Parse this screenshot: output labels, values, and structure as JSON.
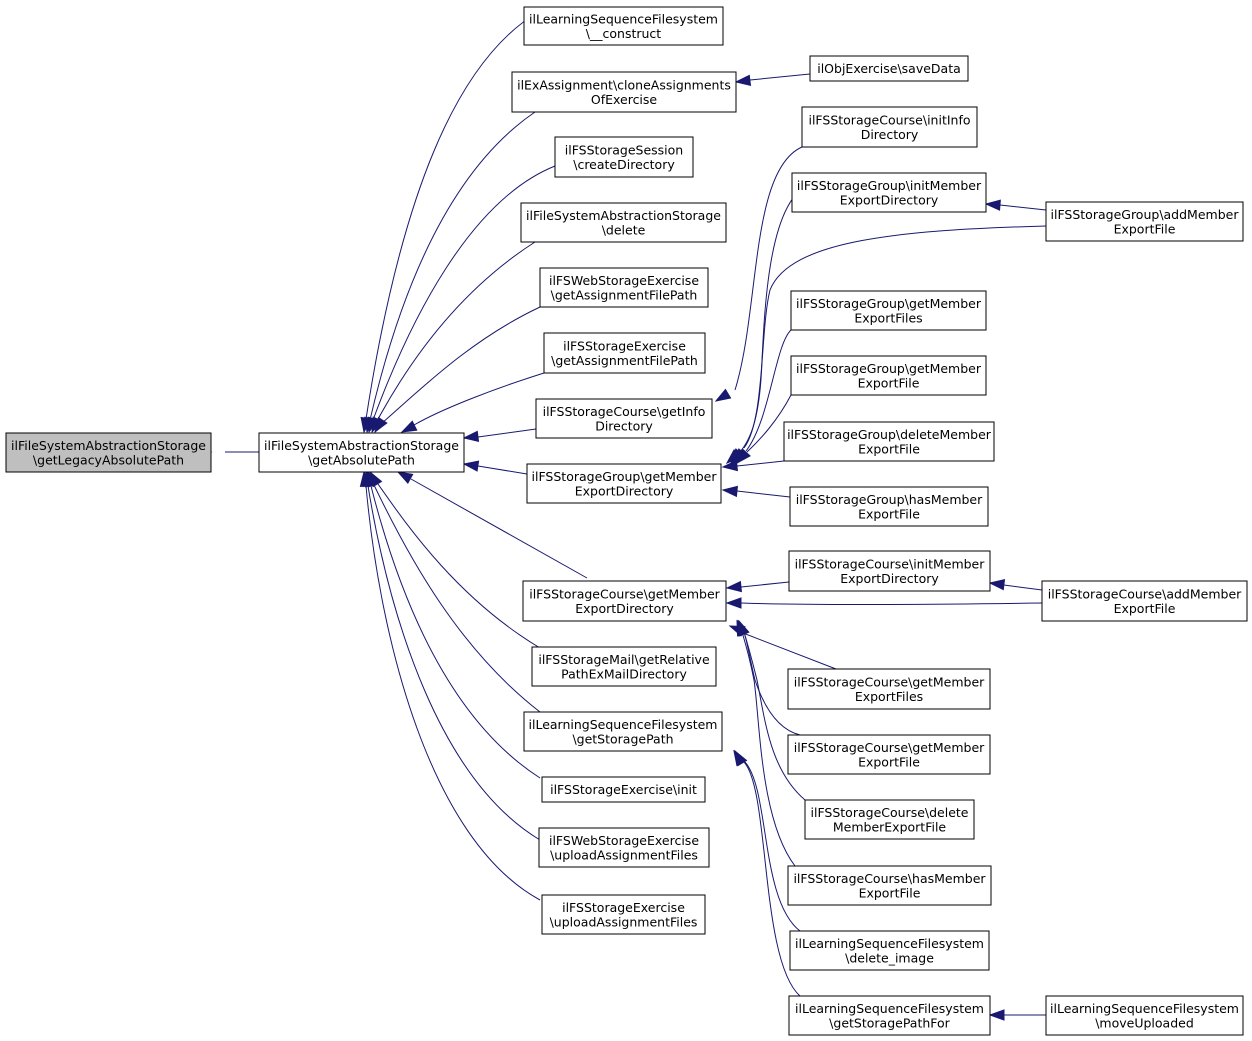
{
  "colors": {
    "node_fill": "#ffffff",
    "root_fill": "#bfbfbf",
    "node_border": "#000000",
    "edge": "#191970",
    "background": "#ffffff"
  },
  "nodes": [
    {
      "id": "root",
      "lines": [
        "ilFileSystemAbstractionStorage",
        "\\getLegacyAbsolutePath"
      ],
      "highlight": true
    },
    {
      "id": "abs",
      "lines": [
        "ilFileSystemAbstractionStorage",
        "\\getAbsolutePath"
      ]
    },
    {
      "id": "lsf_construct",
      "lines": [
        "ilLearningSequenceFilesystem",
        "\\__construct"
      ]
    },
    {
      "id": "exa_clone",
      "lines": [
        "ilExAssignment\\cloneAssignments",
        "OfExercise"
      ]
    },
    {
      "id": "obj_save",
      "lines": [
        "ilObjExercise\\saveData"
      ]
    },
    {
      "id": "session_createdir",
      "lines": [
        "ilFSStorageSession",
        "\\createDirectory"
      ]
    },
    {
      "id": "fsas_delete",
      "lines": [
        "ilFileSystemAbstractionStorage",
        "\\delete"
      ]
    },
    {
      "id": "web_getassign",
      "lines": [
        "ilFSWebStorageExercise",
        "\\getAssignmentFilePath"
      ]
    },
    {
      "id": "ex_getassign",
      "lines": [
        "ilFSStorageExercise",
        "\\getAssignmentFilePath"
      ]
    },
    {
      "id": "course_getinfo",
      "lines": [
        "ilFSStorageCourse\\getInfo",
        "Directory"
      ]
    },
    {
      "id": "group_getmemberdir",
      "lines": [
        "ilFSStorageGroup\\getMember",
        "ExportDirectory"
      ]
    },
    {
      "id": "course_initinfo",
      "lines": [
        "ilFSStorageCourse\\initInfo",
        "Directory"
      ]
    },
    {
      "id": "group_initmember",
      "lines": [
        "ilFSStorageGroup\\initMember",
        "ExportDirectory"
      ]
    },
    {
      "id": "group_addmember",
      "lines": [
        "ilFSStorageGroup\\addMember",
        "ExportFile"
      ]
    },
    {
      "id": "group_getfiles",
      "lines": [
        "ilFSStorageGroup\\getMember",
        "ExportFiles"
      ]
    },
    {
      "id": "group_getfile",
      "lines": [
        "ilFSStorageGroup\\getMember",
        "ExportFile"
      ]
    },
    {
      "id": "group_deletefile",
      "lines": [
        "ilFSStorageGroup\\deleteMember",
        "ExportFile"
      ]
    },
    {
      "id": "group_hasfile",
      "lines": [
        "ilFSStorageGroup\\hasMember",
        "ExportFile"
      ]
    },
    {
      "id": "course_getmemberdir",
      "lines": [
        "ilFSStorageCourse\\getMember",
        "ExportDirectory"
      ]
    },
    {
      "id": "course_initmember",
      "lines": [
        "ilFSStorageCourse\\initMember",
        "ExportDirectory"
      ]
    },
    {
      "id": "course_addmember",
      "lines": [
        "ilFSStorageCourse\\addMember",
        "ExportFile"
      ]
    },
    {
      "id": "mail_getrel",
      "lines": [
        "ilFSStorageMail\\getRelative",
        "PathExMailDirectory"
      ]
    },
    {
      "id": "lsf_getstorage",
      "lines": [
        "ilLearningSequenceFilesystem",
        "\\getStoragePath"
      ]
    },
    {
      "id": "ex_init",
      "lines": [
        "ilFSStorageExercise\\init"
      ]
    },
    {
      "id": "web_upload",
      "lines": [
        "ilFSWebStorageExercise",
        "\\uploadAssignmentFiles"
      ]
    },
    {
      "id": "ex_upload",
      "lines": [
        "ilFSStorageExercise",
        "\\uploadAssignmentFiles"
      ]
    },
    {
      "id": "course_getfiles",
      "lines": [
        "ilFSStorageCourse\\getMember",
        "ExportFiles"
      ]
    },
    {
      "id": "course_getfile",
      "lines": [
        "ilFSStorageCourse\\getMember",
        "ExportFile"
      ]
    },
    {
      "id": "course_deletefile",
      "lines": [
        "ilFSStorageCourse\\delete",
        "MemberExportFile"
      ]
    },
    {
      "id": "course_hasfile",
      "lines": [
        "ilFSStorageCourse\\hasMember",
        "ExportFile"
      ]
    },
    {
      "id": "lsf_deleteimage",
      "lines": [
        "ilLearningSequenceFilesystem",
        "\\delete_image"
      ]
    },
    {
      "id": "lsf_getpathfor",
      "lines": [
        "ilLearningSequenceFilesystem",
        "\\getStoragePathFor"
      ]
    },
    {
      "id": "lsf_moveuploaded",
      "lines": [
        "ilLearningSequenceFilesystem",
        "\\moveUploaded"
      ]
    }
  ],
  "edges": [
    {
      "from": "abs",
      "to": "root"
    },
    {
      "from": "lsf_construct",
      "to": "abs"
    },
    {
      "from": "exa_clone",
      "to": "abs"
    },
    {
      "from": "obj_save",
      "to": "exa_clone"
    },
    {
      "from": "session_createdir",
      "to": "abs"
    },
    {
      "from": "fsas_delete",
      "to": "abs"
    },
    {
      "from": "web_getassign",
      "to": "abs"
    },
    {
      "from": "ex_getassign",
      "to": "abs"
    },
    {
      "from": "course_getinfo",
      "to": "abs"
    },
    {
      "from": "course_initinfo",
      "to": "course_getinfo"
    },
    {
      "from": "group_getmemberdir",
      "to": "abs"
    },
    {
      "from": "group_initmember",
      "to": "group_getmemberdir"
    },
    {
      "from": "group_addmember",
      "to": "group_initmember"
    },
    {
      "from": "group_addmember",
      "to": "group_getmemberdir"
    },
    {
      "from": "group_getfiles",
      "to": "group_getmemberdir"
    },
    {
      "from": "group_getfile",
      "to": "group_getmemberdir"
    },
    {
      "from": "group_deletefile",
      "to": "group_getmemberdir"
    },
    {
      "from": "group_hasfile",
      "to": "group_getmemberdir"
    },
    {
      "from": "course_getmemberdir",
      "to": "abs"
    },
    {
      "from": "course_initmember",
      "to": "course_getmemberdir"
    },
    {
      "from": "course_addmember",
      "to": "course_initmember"
    },
    {
      "from": "course_addmember",
      "to": "course_getmemberdir"
    },
    {
      "from": "course_getfiles",
      "to": "course_getmemberdir"
    },
    {
      "from": "course_getfile",
      "to": "course_getmemberdir"
    },
    {
      "from": "course_deletefile",
      "to": "course_getmemberdir"
    },
    {
      "from": "course_hasfile",
      "to": "course_getmemberdir"
    },
    {
      "from": "mail_getrel",
      "to": "abs"
    },
    {
      "from": "lsf_getstorage",
      "to": "abs"
    },
    {
      "from": "lsf_deleteimage",
      "to": "lsf_getstorage"
    },
    {
      "from": "lsf_getpathfor",
      "to": "lsf_getstorage"
    },
    {
      "from": "lsf_moveuploaded",
      "to": "lsf_getpathfor"
    },
    {
      "from": "ex_init",
      "to": "abs"
    },
    {
      "from": "web_upload",
      "to": "abs"
    },
    {
      "from": "ex_upload",
      "to": "abs"
    }
  ]
}
